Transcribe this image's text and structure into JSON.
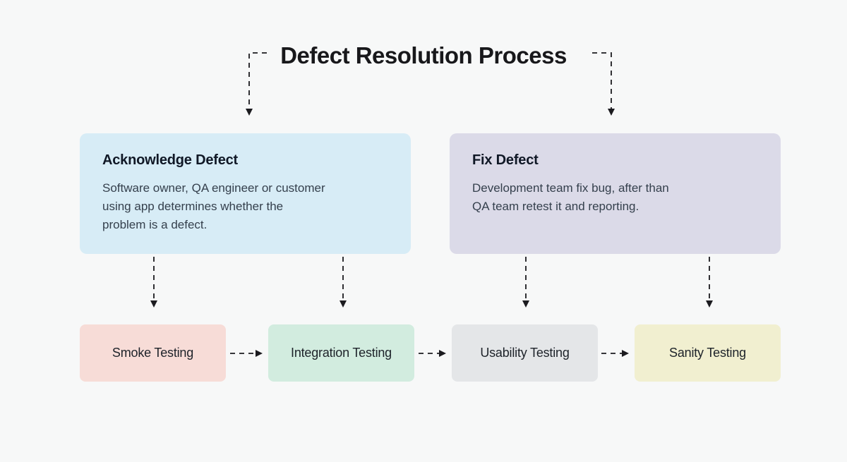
{
  "title": "Defect Resolution Process",
  "stages": [
    {
      "title": "Acknowledge Defect",
      "body": "Software owner, QA engineer or customer\nusing app determines whether the\nproblem is a defect.",
      "bg": "#d7ecf6"
    },
    {
      "title": "Fix Defect",
      "body": "Development team fix bug, after than\nQA team retest it and reporting.",
      "bg": "#dbdae8"
    }
  ],
  "testing_steps": [
    {
      "label": "Smoke Testing",
      "bg": "#f7dcd7"
    },
    {
      "label": "Integration Testing",
      "bg": "#d2ecdf"
    },
    {
      "label": "Usability Testing",
      "bg": "#e4e6e8"
    },
    {
      "label": "Sanity Testing",
      "bg": "#f1efd0"
    }
  ],
  "colors": {
    "background": "#f7f8f8",
    "connector": "#1b1b1f"
  }
}
